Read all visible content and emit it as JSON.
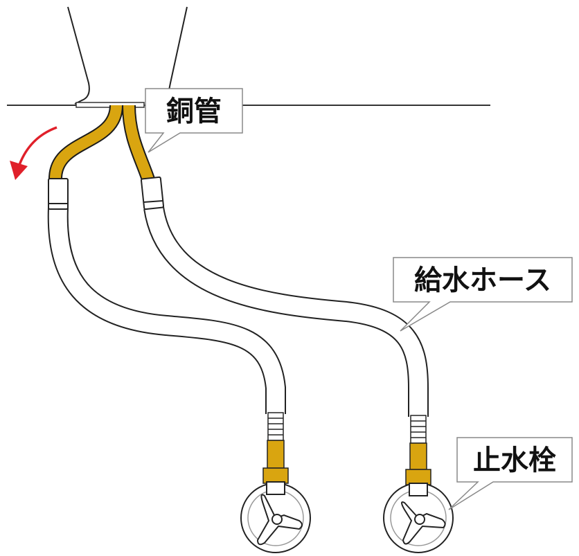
{
  "labels": {
    "copper_pipe": "銅管",
    "supply_hose": "給水ホース",
    "stop_valve": "止水栓"
  },
  "colors": {
    "copper": "#D9A510",
    "copper_outline": "#1a1a1a",
    "hose_fill": "#ffffff",
    "outline": "#222222",
    "arrow": "#E0202A",
    "fitting_brass": "#D9A510",
    "callout_border": "#888888"
  }
}
